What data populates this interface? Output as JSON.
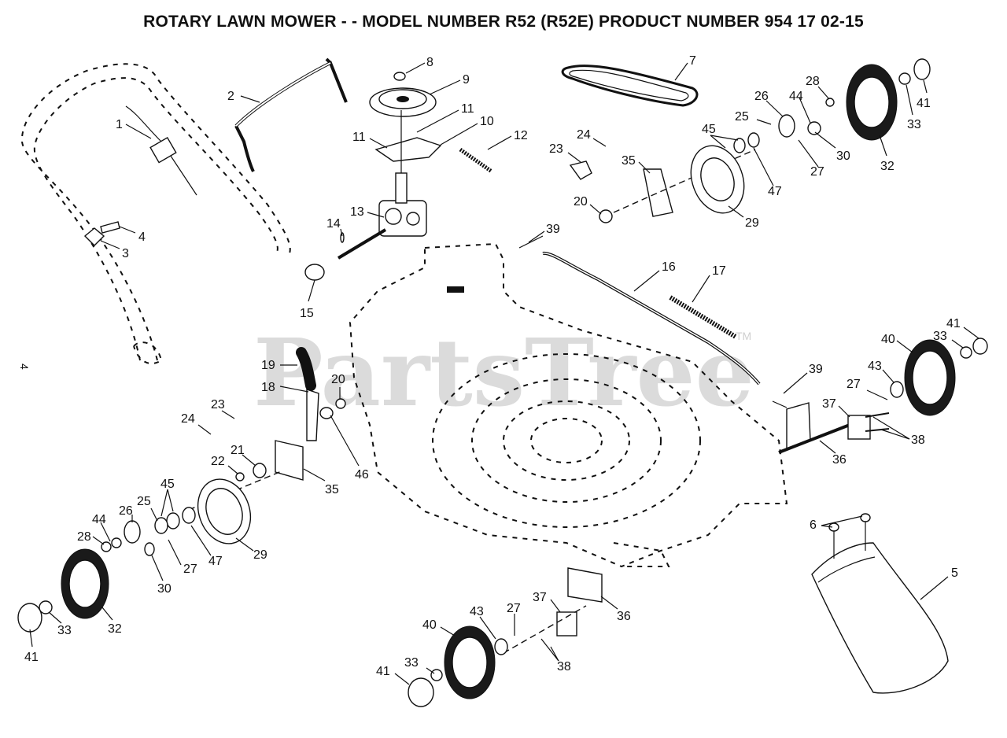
{
  "title": "ROTARY LAWN MOWER - - MODEL NUMBER R52 (R52E) PRODUCT NUMBER 954 17 02-15",
  "watermark": "PartsTree",
  "watermark_tm": "TM",
  "page_number": "4",
  "callouts": {
    "c1": "1",
    "c2": "2",
    "c3": "3",
    "c4": "4",
    "c5": "5",
    "c6": "6",
    "c7": "7",
    "c8": "8",
    "c9": "9",
    "c10": "10",
    "c11a": "11",
    "c11b": "11",
    "c12": "12",
    "c13": "13",
    "c14": "14",
    "c15": "15",
    "c16": "16",
    "c17": "17",
    "c18": "18",
    "c19": "19",
    "c20a": "20",
    "c20b": "20",
    "c21": "21",
    "c22": "22",
    "c23a": "23",
    "c23b": "23",
    "c24a": "24",
    "c24b": "24",
    "c25a": "25",
    "c25b": "25",
    "c26a": "26",
    "c26b": "26",
    "c27a": "27",
    "c27b": "27",
    "c27c": "27",
    "c27d": "27",
    "c28a": "28",
    "c28b": "28",
    "c29a": "29",
    "c29b": "29",
    "c30a": "30",
    "c30b": "30",
    "c32a": "32",
    "c32b": "32",
    "c33a": "33",
    "c33b": "33",
    "c33c": "33",
    "c33d": "33",
    "c35a": "35",
    "c35b": "35",
    "c36a": "36",
    "c36b": "36",
    "c37a": "37",
    "c37b": "37",
    "c38a": "38",
    "c38b": "38",
    "c39a": "39",
    "c39b": "39",
    "c40a": "40",
    "c40b": "40",
    "c41a": "41",
    "c41b": "41",
    "c41c": "41",
    "c41d": "41",
    "c43a": "43",
    "c43b": "43",
    "c44a": "44",
    "c44b": "44",
    "c45a": "45",
    "c45b": "45",
    "c46": "46",
    "c47a": "47",
    "c47b": "47"
  }
}
